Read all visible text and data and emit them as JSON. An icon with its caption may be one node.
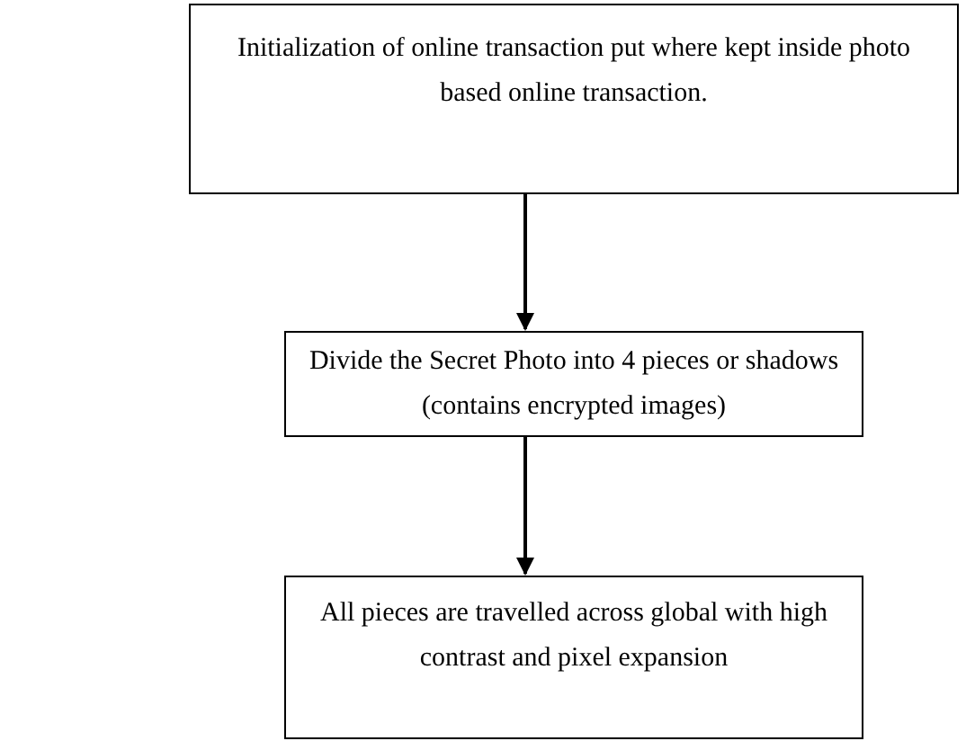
{
  "diagram": {
    "nodes": [
      {
        "text": [
          "Initialization of online transaction put where kept inside photo based online transaction."
        ]
      },
      {
        "text": [
          "Divide the Secret Photo into 4 pieces or shadows (contains encrypted images)"
        ]
      },
      {
        "text": [
          "All pieces are travelled across global with high contrast and pixel expansion"
        ]
      }
    ],
    "edges": [
      {
        "from": 0,
        "to": 1,
        "arrow": "to"
      },
      {
        "from": 1,
        "to": 2,
        "arrow": "to"
      }
    ]
  }
}
